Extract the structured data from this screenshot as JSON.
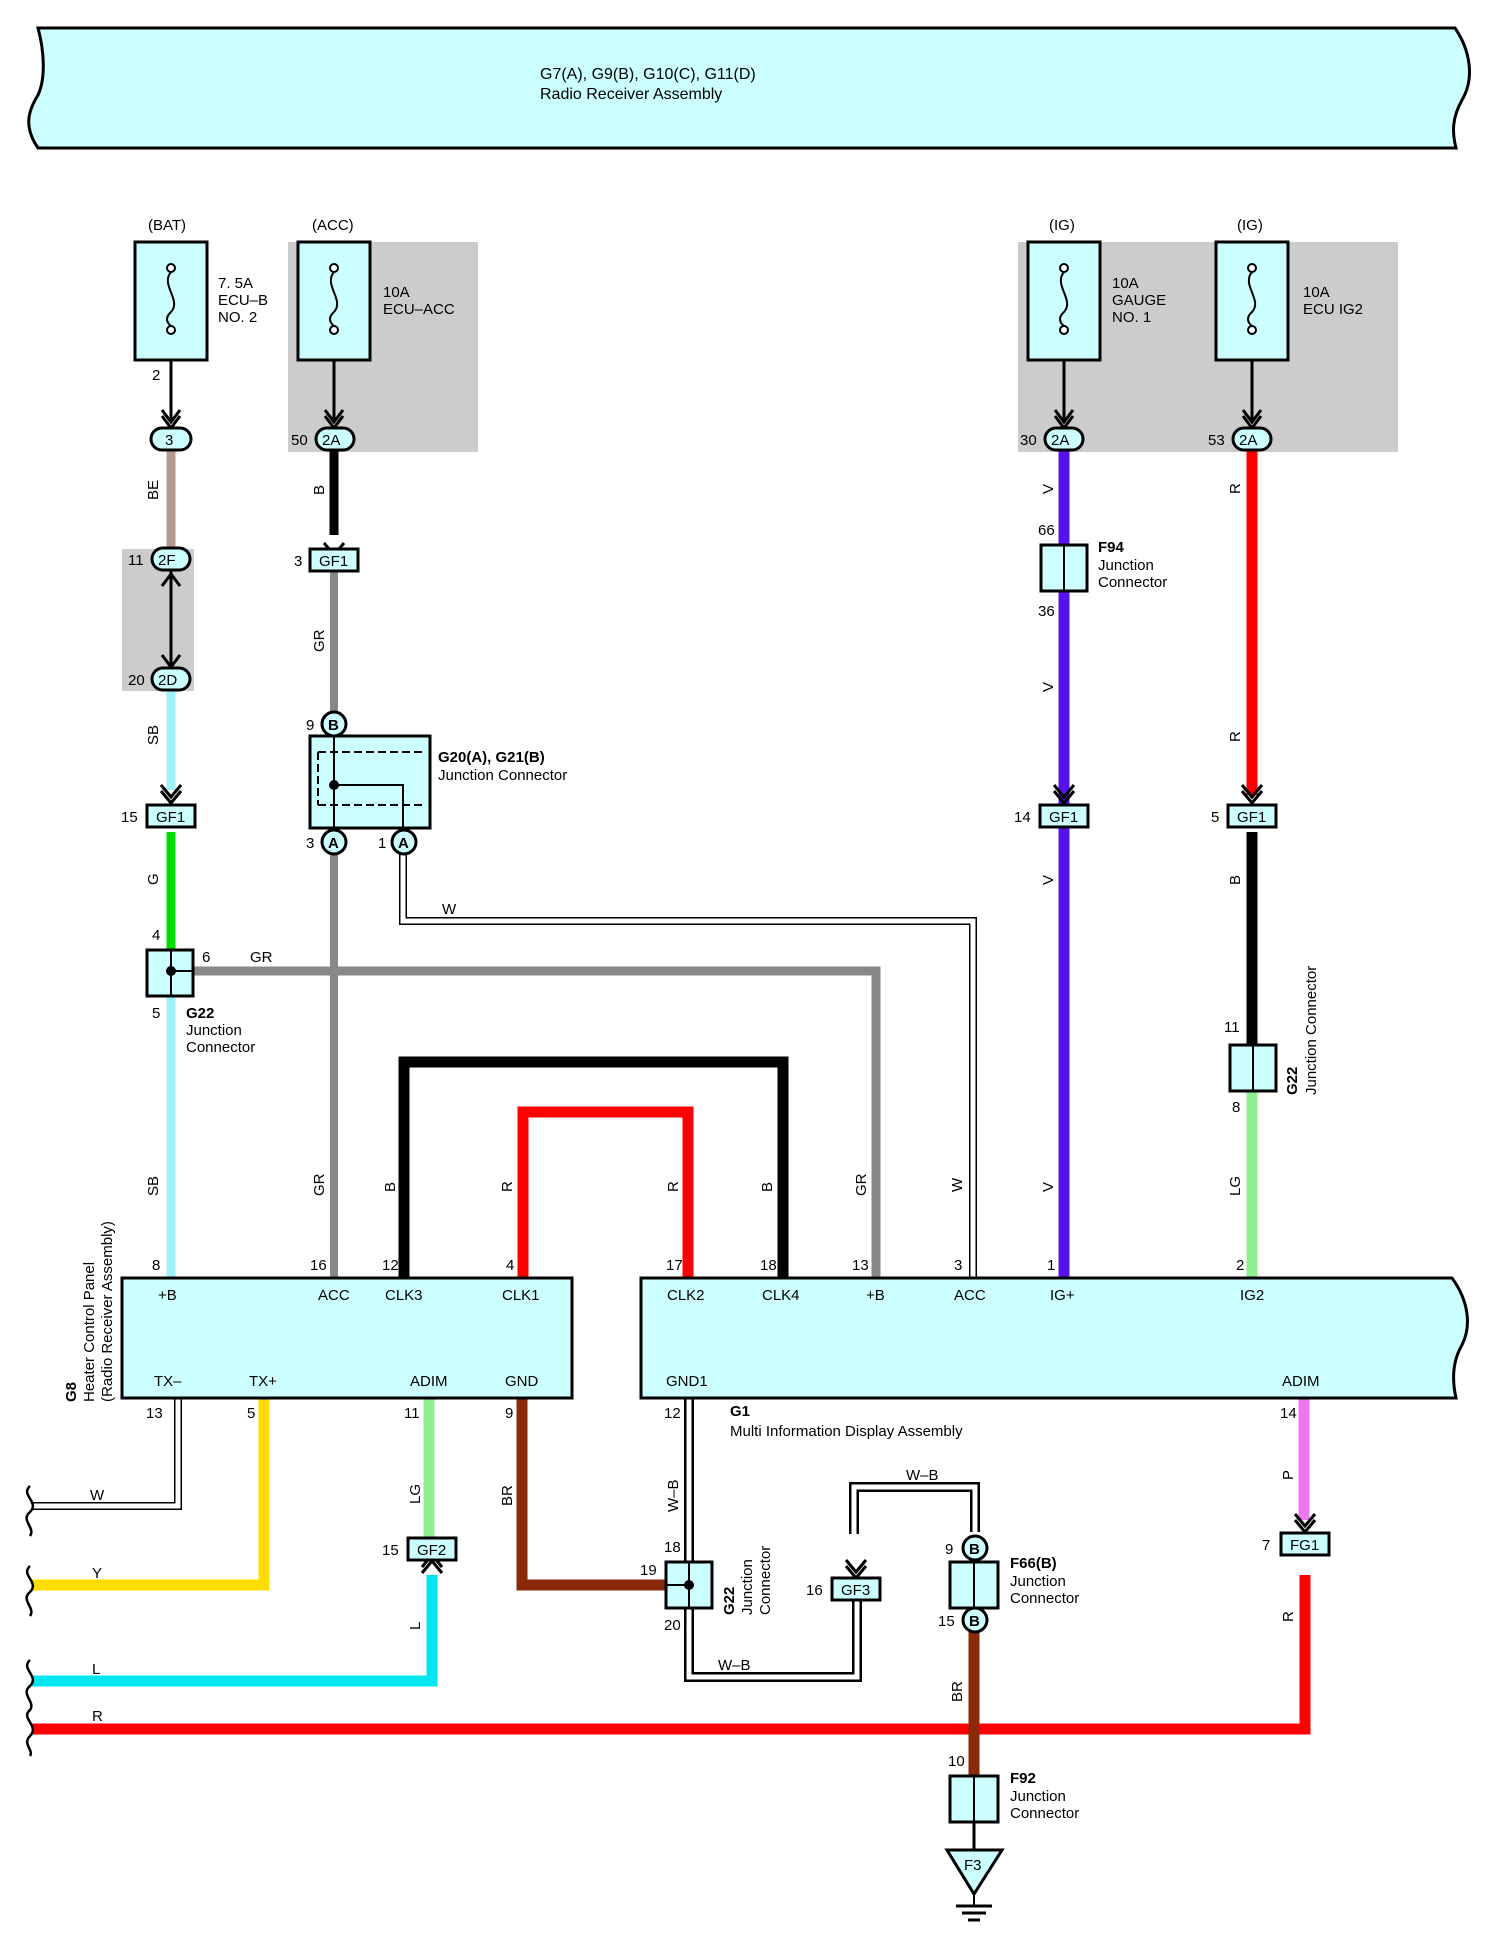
{
  "header": {
    "title": "G7(A), G9(B), G10(C), G11(D)",
    "subtitle": "Radio Receiver Assembly"
  },
  "fuses": [
    {
      "source": "(BAT)",
      "rating": "7. 5A",
      "name1": "ECU–B",
      "name2": "NO. 2",
      "pin": "2"
    },
    {
      "source": "(ACC)",
      "rating": "10A",
      "name1": "ECU–ACC",
      "name2": ""
    },
    {
      "source": "(IG)",
      "rating": "10A",
      "name1": "GAUGE",
      "name2": "NO. 1"
    },
    {
      "source": "(IG)",
      "rating": "10A",
      "name1": "ECU IG2",
      "name2": ""
    }
  ],
  "connectors": {
    "c3": "3",
    "c2f": "2F",
    "c2f_pin": "11",
    "c2d": "2D",
    "c2d_pin": "20",
    "acc_2a": "2A",
    "acc_2a_pin": "50",
    "gauge_2a": "2A",
    "gauge_2a_pin": "30",
    "ig2_2a": "2A",
    "ig2_2a_pin": "53",
    "gf1_acc": "GF1",
    "gf1_acc_pin": "3",
    "gf1_bat": "GF1",
    "gf1_bat_pin": "15",
    "gf1_v": "GF1",
    "gf1_v_pin": "14",
    "gf1_r": "GF1",
    "gf1_r_pin": "5",
    "gf2": "GF2",
    "gf2_pin": "15",
    "gf3": "GF3",
    "gf3_pin": "16",
    "fg1": "FG1",
    "fg1_pin": "7",
    "f3": "F3"
  },
  "junctions": {
    "g20": {
      "title": "G20(A), G21(B)",
      "desc": "Junction Connector",
      "pin_top": "9",
      "b": "B",
      "a": "A",
      "pin_a1": "3",
      "pin_a2": "1"
    },
    "g22_left": {
      "title": "G22",
      "desc1": "Junction",
      "desc2": "Connector",
      "pin_top": "4",
      "pin_right": "6",
      "pin_bottom": "5"
    },
    "f94": {
      "title": "F94",
      "desc1": "Junction",
      "desc2": "Connector",
      "pin_top": "66",
      "pin_bottom": "36"
    },
    "g22_right": {
      "title": "G22",
      "desc": "Junction Connector",
      "pin_top": "11",
      "pin_bottom": "8"
    },
    "g22_mid": {
      "title": "G22",
      "desc1": "Junction",
      "desc2": "Connector",
      "pin_top": "18",
      "pin_left": "19",
      "pin_bottom": "20"
    },
    "f66": {
      "title": "F66(B)",
      "desc1": "Junction",
      "desc2": "Connector",
      "pin_top": "9",
      "pin_bottom": "15",
      "b": "B"
    },
    "f92": {
      "title": "F92",
      "desc1": "Junction",
      "desc2": "Connector",
      "pin_top": "10"
    }
  },
  "wires": {
    "be": "BE",
    "b": "B",
    "gr": "GR",
    "sb": "SB",
    "g": "G",
    "w": "W",
    "v": "V",
    "r": "R",
    "lg": "LG",
    "wb": "W–B",
    "br": "BR",
    "p": "P",
    "y": "Y",
    "l": "L"
  },
  "left_box": {
    "name": "G8",
    "desc1": "Heater Control Panel",
    "desc2": "(Radio Receiver Assembly)",
    "top_pins": [
      {
        "pin": "8",
        "label": "+B"
      },
      {
        "pin": "16",
        "label": "ACC"
      },
      {
        "pin": "12",
        "label": "CLK3"
      },
      {
        "pin": "4",
        "label": "CLK1"
      }
    ],
    "bottom_pins": [
      {
        "pin": "13",
        "label": "TX–"
      },
      {
        "pin": "5",
        "label": "TX+"
      },
      {
        "pin": "11",
        "label": "ADIM"
      },
      {
        "pin": "9",
        "label": "GND"
      }
    ]
  },
  "right_box": {
    "name": "G1",
    "desc": "Multi Information Display Assembly",
    "top_pins": [
      {
        "pin": "17",
        "label": "CLK2"
      },
      {
        "pin": "18",
        "label": "CLK4"
      },
      {
        "pin": "13",
        "label": "+B"
      },
      {
        "pin": "3",
        "label": "ACC"
      },
      {
        "pin": "1",
        "label": "IG+"
      },
      {
        "pin": "2",
        "label": "IG2"
      }
    ],
    "bottom_pins": [
      {
        "pin": "12",
        "label": "GND1"
      },
      {
        "pin": "14",
        "label": "ADIM"
      }
    ]
  },
  "colors": {
    "be": "#b39c8f",
    "b": "#000000",
    "gr": "#888888",
    "sb": "#9ff0fb",
    "g": "#00dd00",
    "v": "#5511ee",
    "r": "#ff0000",
    "lg": "#8ff08f",
    "br": "#8b2a08",
    "p": "#ee77ee",
    "y": "#ffdd00",
    "l": "#00e6f0",
    "fill": "#ccffff",
    "shade": "#cccccc"
  }
}
